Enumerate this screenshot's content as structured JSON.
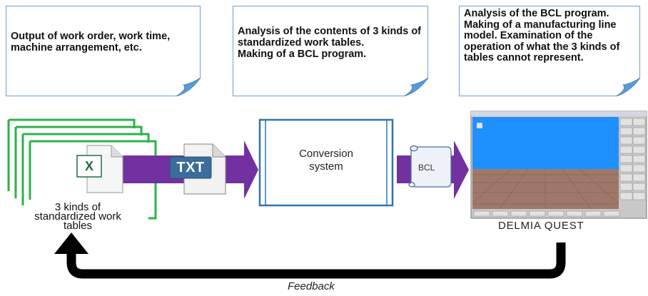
{
  "notes": {
    "output": "Output of work order, work time, machine arrangement, etc.",
    "analysis_tables": "Analysis of the contents of 3 kinds of standardized work tables.\nMaking of a BCL program.",
    "analysis_bcl": "Analysis of the BCL program.  Making of a manufacturing line model. Examination of the operation of what the 3 kinds of tables cannot represent."
  },
  "labels": {
    "tables": "3 kinds of\nstandardized work\ntables",
    "txt_icon": "TXT",
    "excel_icon": "X",
    "conversion": "Conversion\nsystem",
    "bcl": "BCL",
    "delmia": "DELMIA QUEST",
    "feedback": "Feedback"
  },
  "colors": {
    "sheet_border": "#2db24a",
    "arrow": "#7330a0",
    "conversion_border": "#2e74b5",
    "note_border": "#6f9fcf",
    "feedback_arrow": "#000000",
    "quest_sky": "#1e90ff",
    "quest_floor": "#a0786a"
  }
}
